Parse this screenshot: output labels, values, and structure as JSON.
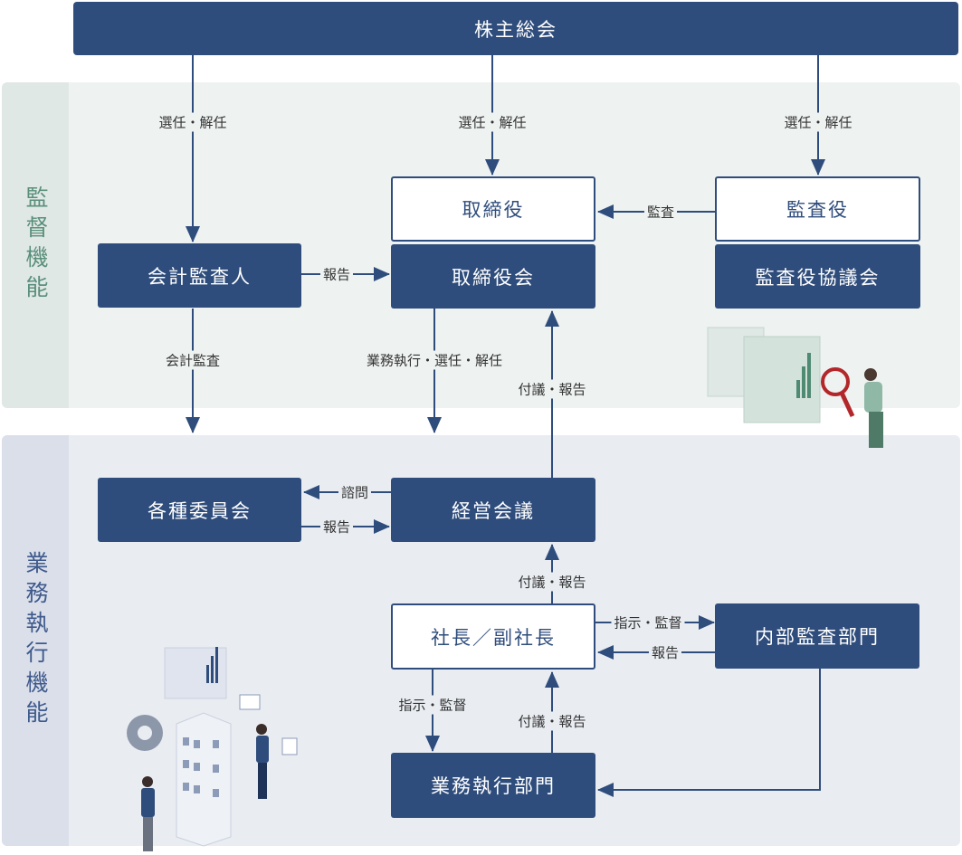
{
  "colors": {
    "navy": "#2f4d7c",
    "supervision_bg": "#eef2f1",
    "execution_bg": "#e9edf2"
  },
  "shareholders": "株主総会",
  "sections": {
    "supervision": "監督機能",
    "execution": "業務執行機能"
  },
  "boxes": {
    "board_members": "取締役",
    "board": "取締役会",
    "auditors": "監査役",
    "auditors_council": "監査役協議会",
    "accounting_auditor": "会計監査人",
    "committees": "各種委員会",
    "management_meeting": "経営会議",
    "president": "社長／副社長",
    "internal_audit": "内部監査部門",
    "business_divisions": "業務執行部門"
  },
  "labels": {
    "elect1": "選任・解任",
    "elect2": "選任・解任",
    "elect3": "選任・解任",
    "audit": "監査",
    "report1": "報告",
    "accounting_audit": "会計監査",
    "exec_elect": "業務執行・選任・解任",
    "propose1": "付議・報告",
    "consult": "諮問",
    "report2": "報告",
    "propose2": "付議・報告",
    "direct1": "指示・監督",
    "report3": "報告",
    "direct2": "指示・監督",
    "propose3": "付議・報告"
  }
}
